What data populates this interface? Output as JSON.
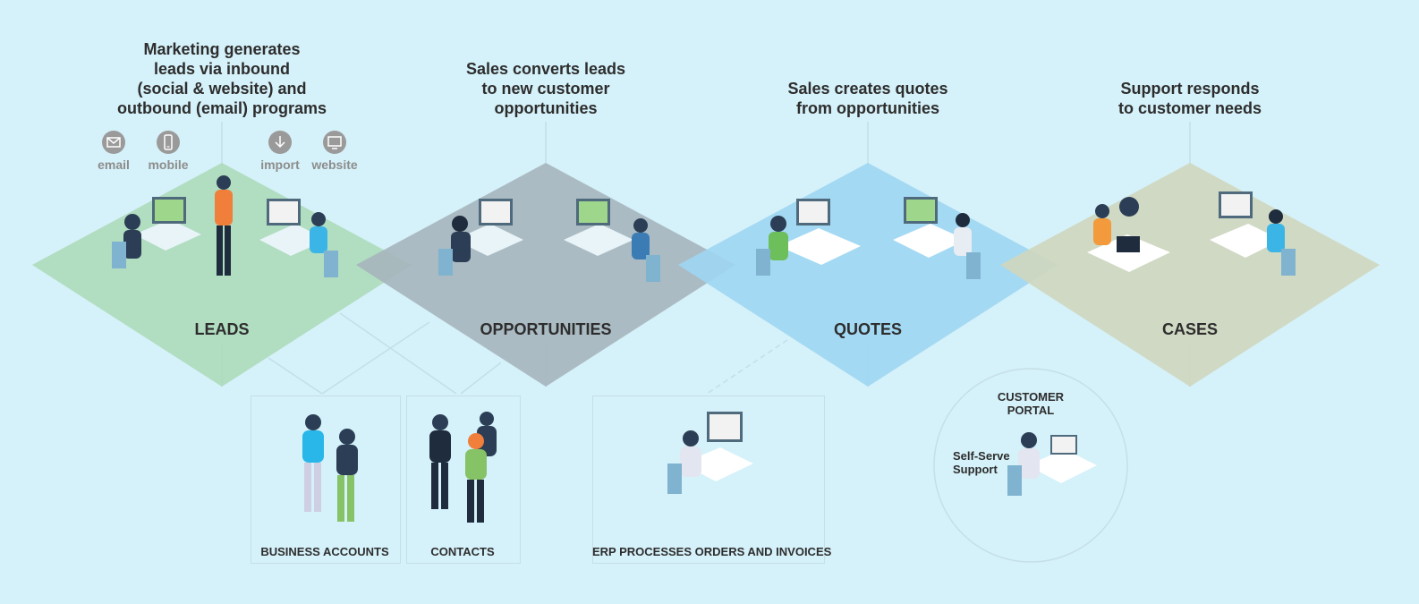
{
  "stages": [
    {
      "label": "LEADS",
      "caption": [
        "Marketing generates",
        "leads via inbound",
        "(social & website) and",
        "outbound (email) programs"
      ],
      "color": "#aad9b7"
    },
    {
      "label": "OPPORTUNITIES",
      "caption": [
        "Sales converts leads",
        "to new customer",
        "opportunities"
      ],
      "color": "#a6b5bd"
    },
    {
      "label": "QUOTES",
      "caption": [
        "Sales creates quotes",
        "from opportunities"
      ],
      "color": "#9fd6f2"
    },
    {
      "label": "CASES",
      "caption": [
        "Support responds",
        "to customer needs"
      ],
      "color": "#cfd6bc"
    }
  ],
  "channels": [
    {
      "label": "email",
      "icon": "envelope-icon"
    },
    {
      "label": "mobile",
      "icon": "phone-icon"
    },
    {
      "label": "import",
      "icon": "download-icon"
    },
    {
      "label": "website",
      "icon": "monitor-icon"
    }
  ],
  "boxes": {
    "accounts": "BUSINESS ACCOUNTS",
    "contacts": "CONTACTS",
    "erp": "ERP PROCESSES ORDERS AND INVOICES"
  },
  "portal": {
    "title_line1": "CUSTOMER",
    "title_line2": "PORTAL",
    "sub_line1": "Self-Serve",
    "sub_line2": "Support"
  }
}
